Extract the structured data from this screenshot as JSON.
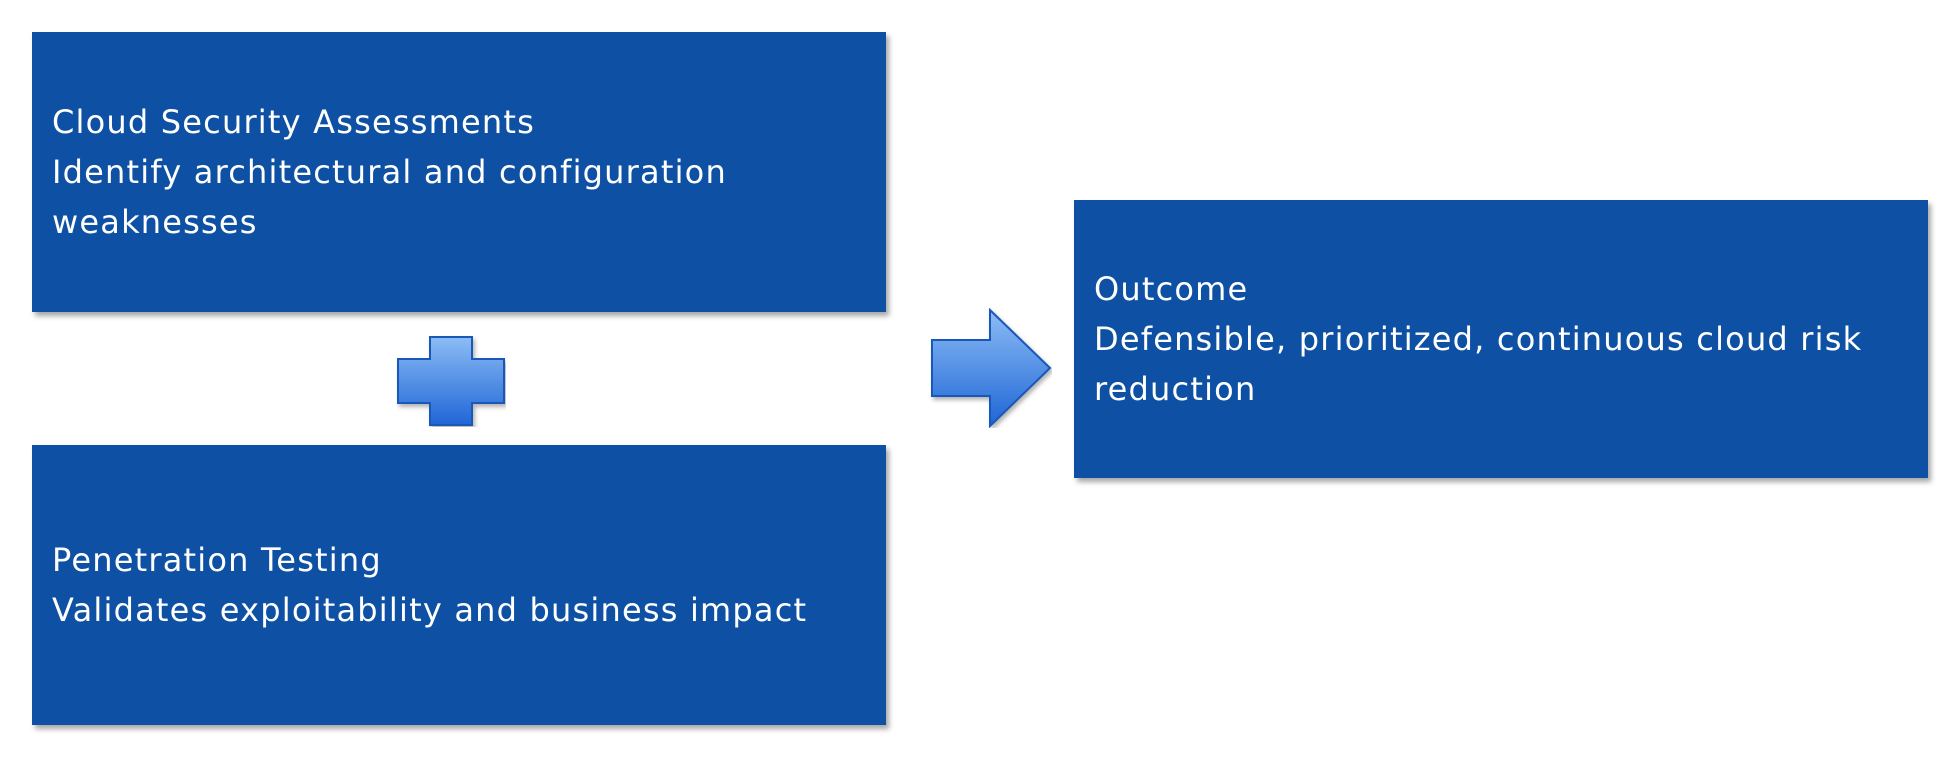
{
  "boxes": {
    "assessments": {
      "title": "Cloud Security Assessments",
      "body": "Identify architectural and configuration weaknesses"
    },
    "pentest": {
      "title": "Penetration Testing",
      "body": "Validates exploitability and business impact"
    },
    "outcome": {
      "title": "Outcome",
      "body": "Defensible, prioritized, continuous cloud risk reduction"
    }
  },
  "colors": {
    "box_fill": "#0e51a4",
    "shape_light": "#7fb2f2",
    "shape_dark": "#1f66d6",
    "shape_stroke": "#1a58b8"
  },
  "connectors": {
    "plus": "plus-icon",
    "arrow": "arrow-right-icon"
  }
}
